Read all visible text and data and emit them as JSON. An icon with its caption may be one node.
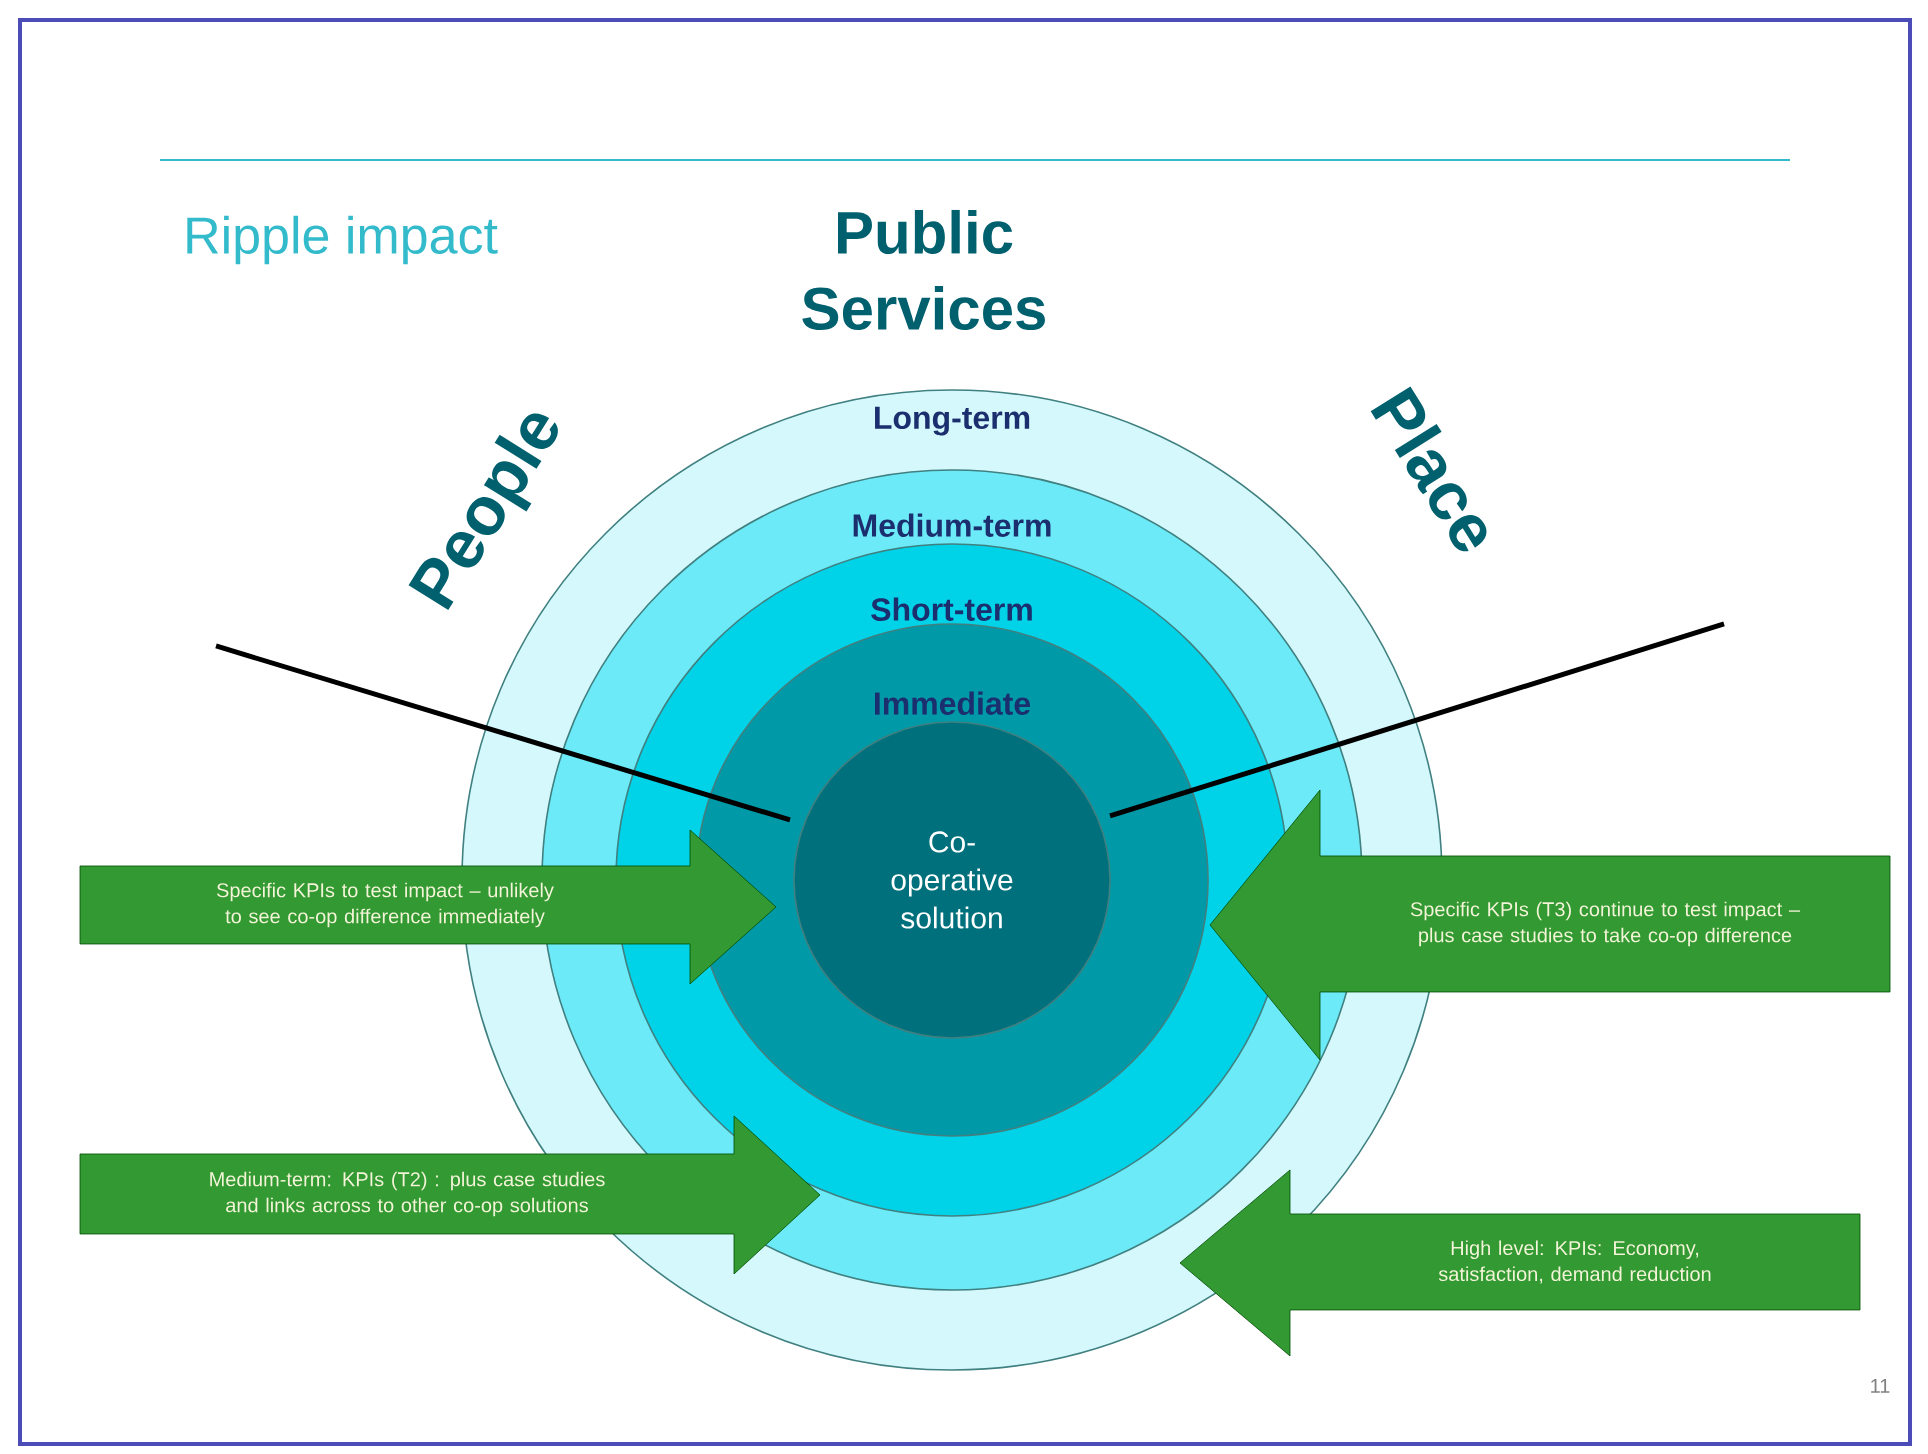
{
  "diagram": {
    "title": "Ripple impact",
    "nodes": [
      {
        "text": [
          "Long-term"
        ]
      },
      {
        "text": [
          "Medium-term"
        ],
        "in": 0
      },
      {
        "text": [
          "Short-term"
        ],
        "in": 1
      },
      {
        "text": [
          "Immediate"
        ],
        "in": 2
      },
      {
        "text": [
          "Co-operative solution"
        ],
        "in": 3
      },
      {
        "text": [
          "Specific KPIs to test impact – unlikely to see co-op difference immediately"
        ]
      },
      {
        "text": [
          "Specific KPIs (T3) continue to test impact – plus case studies to take co-op difference"
        ]
      },
      {
        "text": [
          "Medium-term: KPIs (T2) : plus case studies and links across to other co-op solutions"
        ]
      },
      {
        "text": [
          "High level: KPIs: Economy, satisfaction, demand reduction"
        ]
      }
    ],
    "edges": [],
    "labels": [
      "Public Services",
      "People",
      "Place",
      "11"
    ]
  }
}
